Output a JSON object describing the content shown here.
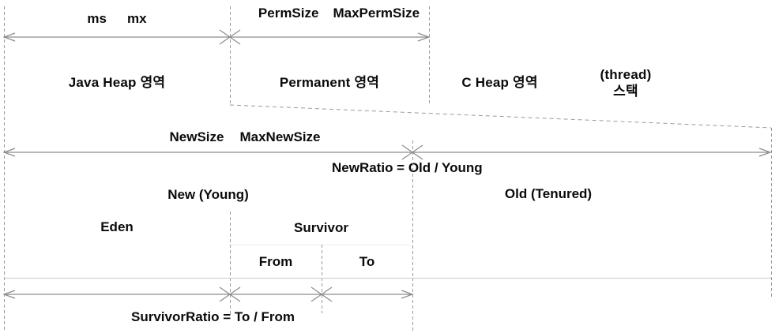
{
  "annotations": {
    "ms": "ms",
    "mx": "mx",
    "perm_size": "PermSize",
    "max_perm_size": "MaxPermSize",
    "new_size": "NewSize",
    "max_new_size": "MaxNewSize",
    "new_ratio": "NewRatio = Old / Young",
    "survivor_ratio": "SurvivorRatio = To / From"
  },
  "top_bar": {
    "segments": [
      {
        "label": "Java Heap 영역",
        "color": "#6FDCF5"
      },
      {
        "label": "Permanent 영역",
        "color": "#7CF2A6"
      },
      {
        "label": "C Heap 영역",
        "color": "#FBF9C5"
      },
      {
        "label_line1": "(thread)",
        "label_line2": "스택",
        "color": "#FBC7C2"
      }
    ]
  },
  "heap_detail": {
    "new_young": {
      "label": "New (Young)",
      "color": "#82DAF2"
    },
    "old": {
      "label": "Old (Tenured)",
      "color": "#66B5F5"
    },
    "eden": {
      "label": "Eden",
      "color": "#D5FAFC"
    },
    "survivor": {
      "label": "Survivor",
      "color": "#5A82F0"
    },
    "from": {
      "label": "From"
    },
    "to": {
      "label": "To"
    }
  },
  "line_color": "#909090"
}
